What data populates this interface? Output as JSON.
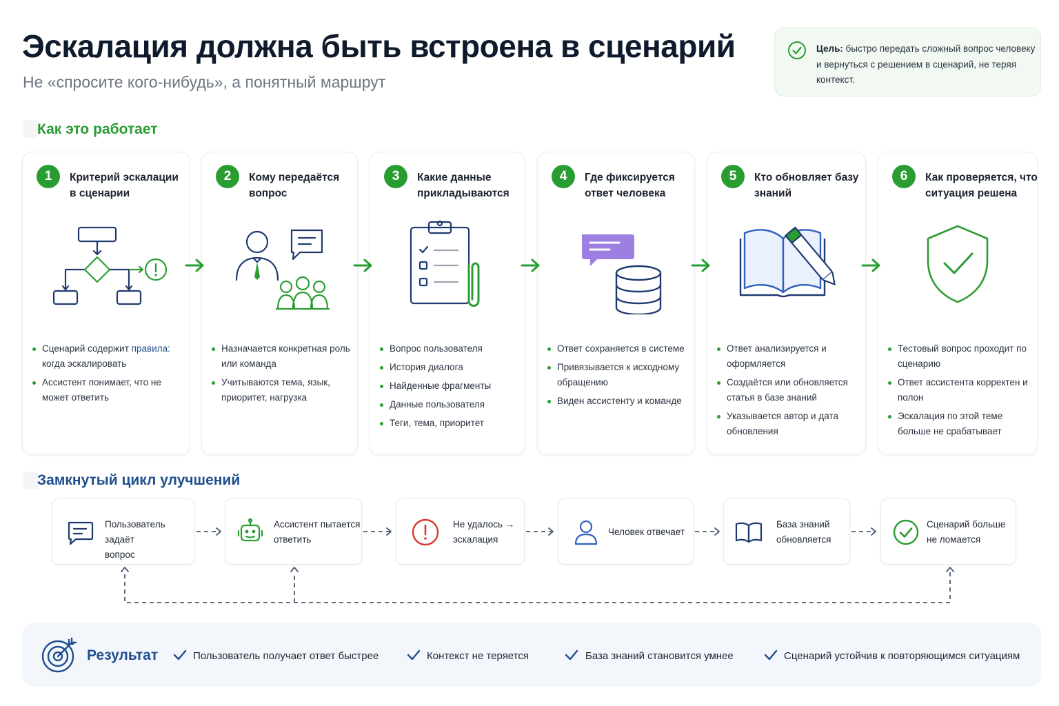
{
  "header": {
    "title": "Эскалация должна быть встроена в сценарий",
    "subtitle": "Не «спросите кого-нибудь», а понятный маршрут"
  },
  "goal": {
    "label": "Цель:",
    "text": " быстро передать сложный вопрос человеку и вернуться с решением в сценарий, не теряя контекст."
  },
  "how_section": {
    "title": "Как это работает"
  },
  "steps": [
    {
      "number": "1",
      "title": "Критерий эскалации в сценарии",
      "icon": "flowchart-icon",
      "bullets": [
        "Сценарий содержит ",
        "Ассистент понимает, что не может ответить"
      ],
      "highlight": "правила",
      "highlight_rest": ": когда эскалировать"
    },
    {
      "number": "2",
      "title": "Кому передаётся вопрос",
      "icon": "people-chat-icon",
      "bullets": [
        "Назначается конкретная роль или команда",
        "Учитываются тема, язык, приоритет, нагрузка"
      ]
    },
    {
      "number": "3",
      "title": "Какие данные прикладываются",
      "icon": "clipboard-icon",
      "bullets": [
        "Вопрос пользователя",
        "История диалога",
        "Найденные фрагменты",
        "Данные пользователя",
        "Теги, тема, приоритет"
      ]
    },
    {
      "number": "4",
      "title": "Где фиксируется ответ человека",
      "icon": "database-icon",
      "bullets": [
        "Ответ сохраняется в системе",
        "Привязывается к исходному обращению",
        "Виден ассистенту и команде"
      ]
    },
    {
      "number": "5",
      "title": "Кто обновляет базу знаний",
      "icon": "book-pencil-icon",
      "bullets": [
        "Ответ анализируется и оформляется",
        "Создаётся или обновляется статья в базе знаний",
        "Указывается автор и дата обновления"
      ]
    },
    {
      "number": "6",
      "title": "Как проверяется, что ситуация решена",
      "icon": "shield-check-icon",
      "bullets": [
        "Тестовый вопрос проходит по сценарию",
        "Ответ ассистента корректен и полон",
        "Эскалация по этой теме больше не срабатывает"
      ]
    }
  ],
  "loop_section": {
    "title": "Замкнутый цикл улучшений"
  },
  "loop": [
    {
      "line1": "Пользователь задаёт",
      "line2": "вопрос",
      "icon": "chat-icon"
    },
    {
      "line1": "Ассистент пытается",
      "line2": "ответить",
      "icon": "robot-icon"
    },
    {
      "line1": "Не удалось →",
      "line2": "эскалация",
      "icon": "alert-icon"
    },
    {
      "line1": "Человек отвечает",
      "line2": "",
      "icon": "user-icon"
    },
    {
      "line1": "База знаний",
      "line2": "обновляется",
      "icon": "book-icon"
    },
    {
      "line1": "Сценарий больше",
      "line2": "не ломается",
      "icon": "check-circle-icon"
    }
  ],
  "result": {
    "title": "Результат",
    "items": [
      "Пользователь получает ответ быстрее",
      "Контекст не теряется",
      "База знаний становится умнее",
      "Сценарий устойчив к повторяющимся ситуациям"
    ]
  },
  "colors": {
    "green": "#2a9d32",
    "navy": "#1f3a6e",
    "blue": "#2f5fbf",
    "red": "#d9372f",
    "purple": "#9c7fe0"
  }
}
